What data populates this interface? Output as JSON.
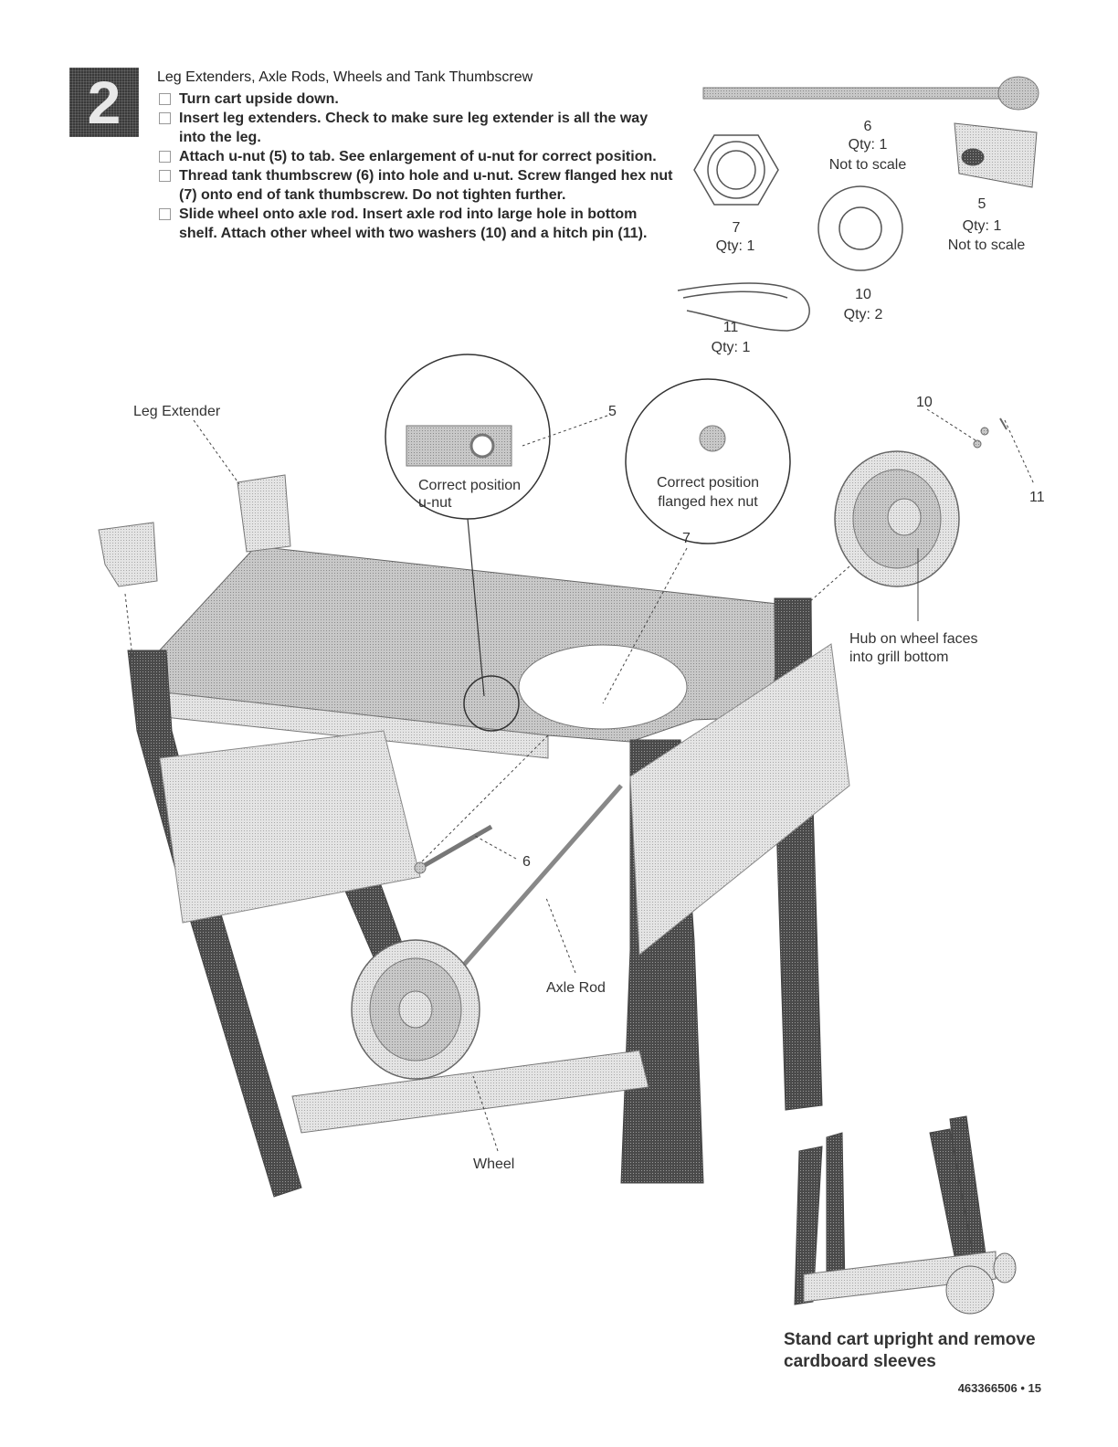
{
  "step": {
    "number": "2",
    "title": "Leg Extenders, Axle Rods, Wheels and Tank Thumbscrew",
    "items": [
      "Turn cart upside down.",
      "Insert leg extenders. Check to make sure leg extender is all the way into the leg.",
      "Attach u-nut (5) to tab. See enlargement of u-nut for correct position.",
      "Thread tank thumbscrew (6) into hole and u-nut. Screw flanged hex nut (7) onto end of tank thumbscrew. Do not tighten further.",
      "Slide wheel onto axle rod. Insert axle rod into large hole in bottom shelf. Attach other wheel with two washers (10) and a hitch pin (11)."
    ]
  },
  "parts": {
    "p6": {
      "num": "6",
      "qty": "Qty: 1",
      "note": "Not to scale"
    },
    "p7": {
      "num": "7",
      "qty": "Qty: 1"
    },
    "p5": {
      "num": "5",
      "qty": "Qty: 1",
      "note": "Not to scale"
    },
    "p10": {
      "num": "10",
      "qty": "Qty: 2"
    },
    "p11": {
      "num": "11",
      "qty": "Qty: 1"
    }
  },
  "diagram": {
    "leg_extender": "Leg Extender",
    "callout_5": "5",
    "unut_caption_1": "Correct position",
    "unut_caption_2": "u-nut",
    "hexnut_caption_1": "Correct position",
    "hexnut_caption_2": "flanged hex nut",
    "callout_7": "7",
    "callout_10": "10",
    "callout_11": "11",
    "hub_note_1": "Hub on wheel faces",
    "hub_note_2": "into grill bottom",
    "callout_6": "6",
    "axle_rod": "Axle Rod",
    "wheel": "Wheel"
  },
  "footer": {
    "caption_1": "Stand cart upright and remove",
    "caption_2": "cardboard sleeves",
    "page": "463366506 • 15"
  }
}
